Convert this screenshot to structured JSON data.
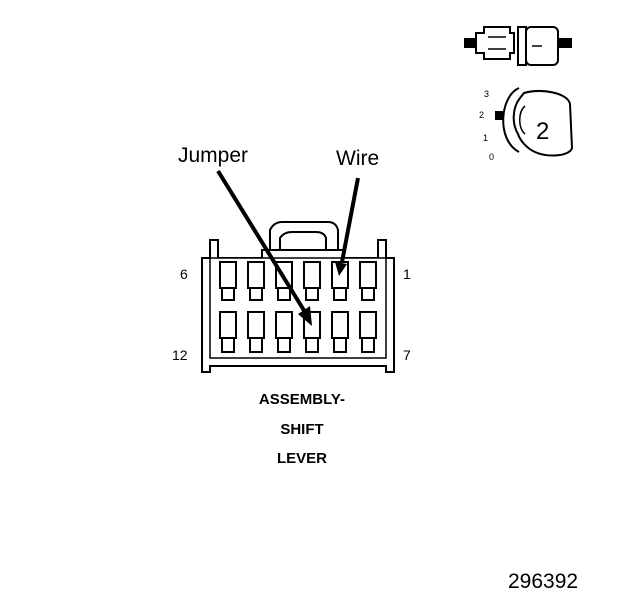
{
  "callouts": {
    "jumper": "Jumper",
    "wire": "Wire"
  },
  "pin_labels": {
    "top_left": "6",
    "top_right": "1",
    "bottom_left": "12",
    "bottom_right": "7"
  },
  "connector_view_markers": [
    "3",
    "2",
    "1",
    "0"
  ],
  "view_number": "2",
  "component_title": {
    "line1": "ASSEMBLY-",
    "line2": "SHIFT",
    "line3": "LEVER"
  },
  "figure_number": "296392"
}
